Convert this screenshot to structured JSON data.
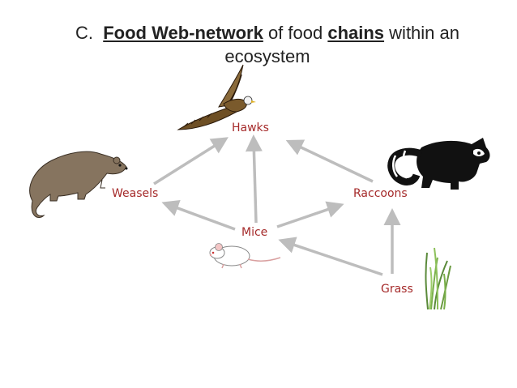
{
  "title": {
    "prefix": "C.",
    "term": "Food Web-network",
    "middle": "of food",
    "emph": "chains",
    "suffix": "within an ecosystem"
  },
  "nodes": {
    "hawks": "Hawks",
    "weasels": "Weasels",
    "raccoons": "Raccoons",
    "mice": "Mice",
    "grass": "Grass"
  },
  "colors": {
    "label": "#a52a2a",
    "arrow": "#bdbdbd"
  }
}
